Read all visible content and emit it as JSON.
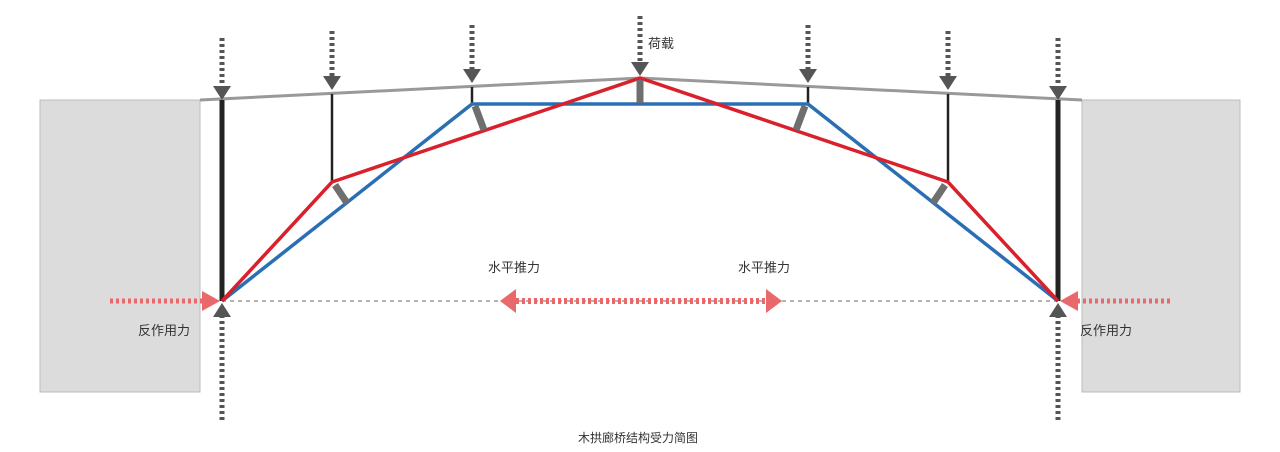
{
  "labels": {
    "load": "荷载",
    "horizontal_thrust": "水平推力",
    "reaction_force": "反作用力",
    "caption": "木拱廊桥结构受力简图"
  },
  "colors": {
    "abutment_fill": "#dcdcdc",
    "abutment_stroke": "#bdbdbd",
    "deck": "#999999",
    "post": "#222222",
    "red_arch": "#d9202b",
    "blue_arch": "#2a6fb3",
    "connector": "#6f6f6f",
    "load_arrow": "#555555",
    "thrust_arrow": "#e8686b",
    "baseline": "#888888"
  }
}
